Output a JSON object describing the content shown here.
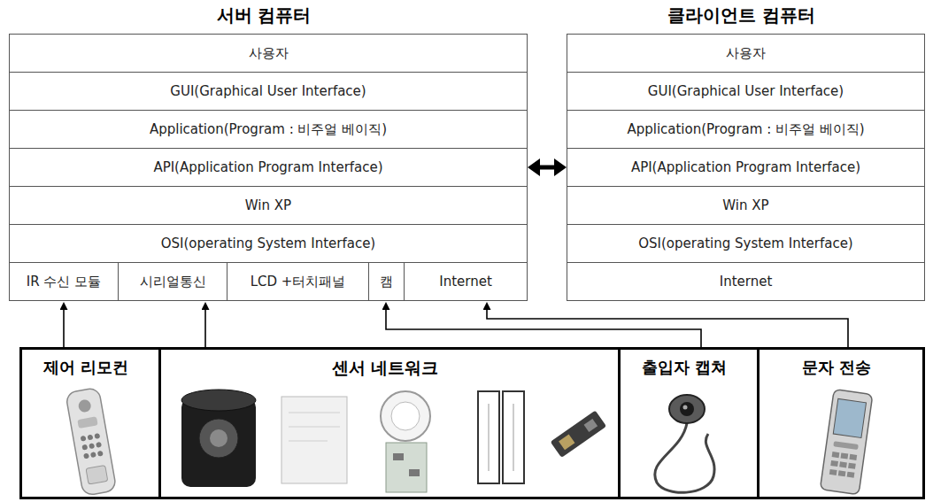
{
  "diagram": {
    "nodes": [
      {
        "text": [
          "서버 컴퓨터"
        ]
      },
      {
        "text": [
          "사용자"
        ],
        "in": 0
      },
      {
        "text": [
          "GUI(Graphical User Interface)"
        ],
        "in": 0
      },
      {
        "text": [
          "Application(Program : 비주얼 베이직)"
        ],
        "in": 0
      },
      {
        "text": [
          "API(Application Program Interface)"
        ],
        "in": 0
      },
      {
        "text": [
          "Win XP"
        ],
        "in": 0
      },
      {
        "text": [
          "OSI(operating System Interface)"
        ],
        "in": 0
      },
      {
        "text": [
          "IR 수신 모듈"
        ],
        "in": 0
      },
      {
        "text": [
          "시리얼통신"
        ],
        "in": 0
      },
      {
        "text": [
          "LCD +터치패널"
        ],
        "in": 0
      },
      {
        "text": [
          "캠"
        ],
        "in": 0
      },
      {
        "text": [
          "Internet"
        ],
        "in": 0
      },
      {
        "text": [
          "클라이언트 컴퓨터"
        ]
      },
      {
        "text": [
          "사용자"
        ],
        "in": 12
      },
      {
        "text": [
          "GUI(Graphical User Interface)"
        ],
        "in": 12
      },
      {
        "text": [
          "Application(Program : 비주얼 베이직)"
        ],
        "in": 12
      },
      {
        "text": [
          "API(Application Program Interface)"
        ],
        "in": 12
      },
      {
        "text": [
          "Win XP"
        ],
        "in": 12
      },
      {
        "text": [
          "OSI(operating System Interface)"
        ],
        "in": 12
      },
      {
        "text": [
          "Internet"
        ],
        "in": 12
      },
      {
        "text": [
          "제어 리모컨"
        ]
      },
      {
        "text": [
          "센서 네트워크"
        ]
      },
      {
        "text": [
          "출입자 캡쳐"
        ]
      },
      {
        "text": [
          "문자 전송"
        ]
      }
    ],
    "edges": [
      {
        "from": 4,
        "to": 16,
        "arrow": "both"
      },
      {
        "from": 20,
        "to": 7,
        "arrow": "to"
      },
      {
        "from": 21,
        "to": 8,
        "arrow": "to"
      },
      {
        "from": 22,
        "to": 10,
        "arrow": "to"
      },
      {
        "from": 23,
        "to": 11,
        "arrow": "to"
      }
    ]
  }
}
